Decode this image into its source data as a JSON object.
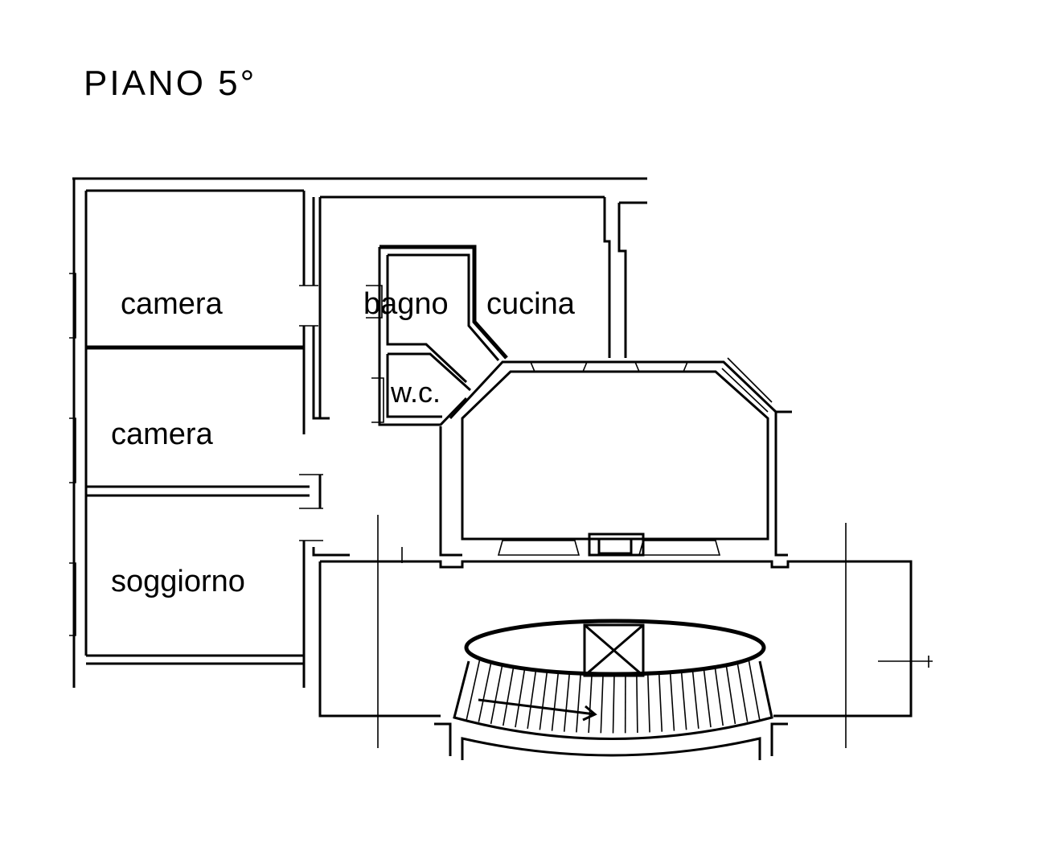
{
  "title": "PIANO 5°",
  "rooms": {
    "camera_1": "camera",
    "camera_2": "camera",
    "soggiorno": "soggiorno",
    "bagno": "bagno",
    "cucina": "cucina",
    "wc": "w.c."
  },
  "colors": {
    "ink": "#000000",
    "paper": "#ffffff"
  }
}
